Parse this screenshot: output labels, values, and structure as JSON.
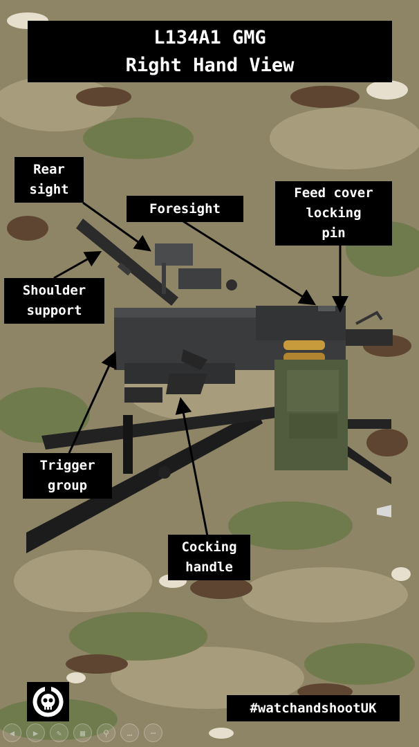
{
  "title": {
    "line1": "L134A1 GMG",
    "line2": "Right Hand View"
  },
  "labels": {
    "rear_sight": [
      "Rear",
      "sight"
    ],
    "foresight": [
      "Foresight"
    ],
    "feed_cover": [
      "Feed cover",
      "locking",
      "pin"
    ],
    "shoulder_support": [
      "Shoulder",
      "support"
    ],
    "trigger_group": [
      "Trigger",
      "group"
    ],
    "cocking_handle": [
      "Cocking",
      "handle"
    ]
  },
  "hashtag": "#watchandshootUK",
  "nav_icons": [
    "prev-icon",
    "next-icon",
    "pen-icon",
    "slides-icon",
    "zoom-icon",
    "more-icon",
    "options-icon"
  ],
  "colors": {
    "label_bg": "#000000",
    "label_text": "#ffffff",
    "gun_metal": "#3a3b3c",
    "ammo_box": "#4e5a3c"
  }
}
